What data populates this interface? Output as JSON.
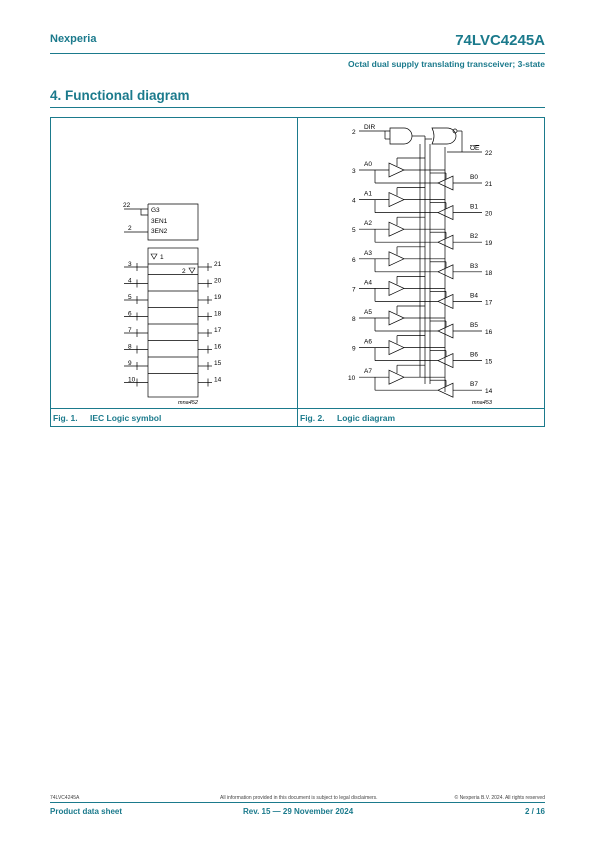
{
  "header": {
    "brand": "Nexperia",
    "part_number": "74LVC4245A",
    "subtitle": "Octal dual supply translating transceiver; 3-state"
  },
  "section": {
    "title": "4.  Functional diagram"
  },
  "fig1": {
    "caption_num": "Fig. 1.",
    "caption_text": "IEC Logic symbol",
    "ref": "mna452",
    "ctrl_lines": [
      "G3",
      "3EN1",
      "3EN2"
    ],
    "ctrl_pins": [
      "22",
      "2"
    ],
    "first_left_label": "1",
    "first_right_label": "2",
    "left_pins": [
      "3",
      "4",
      "5",
      "6",
      "7",
      "8",
      "9",
      "10"
    ],
    "right_pins": [
      "21",
      "20",
      "19",
      "18",
      "17",
      "16",
      "15",
      "14"
    ]
  },
  "fig2": {
    "caption_num": "Fig. 2.",
    "caption_text": "Logic diagram",
    "ref": "mna453",
    "dir_label": "DIR",
    "dir_pin": "2",
    "oe_label": "OE",
    "oe_pin": "22",
    "a_labels": [
      "A0",
      "A1",
      "A2",
      "A3",
      "A4",
      "A5",
      "A6",
      "A7"
    ],
    "a_pins": [
      "3",
      "4",
      "5",
      "6",
      "7",
      "8",
      "9",
      "10"
    ],
    "b_labels": [
      "B0",
      "B1",
      "B2",
      "B3",
      "B4",
      "B5",
      "B6",
      "B7"
    ],
    "b_pins": [
      "21",
      "20",
      "19",
      "18",
      "17",
      "16",
      "15",
      "14"
    ]
  },
  "footer": {
    "doc_id": "74LVC4245A",
    "disclaimer": "All information provided in this document is subject to legal disclaimers.",
    "copyright": "© Nexperia B.V. 2024. All rights reserved",
    "doc_type": "Product data sheet",
    "revision": "Rev. 15 — 29 November 2024",
    "page": "2 / 16"
  },
  "colors": {
    "accent": "#1b7a8c"
  }
}
